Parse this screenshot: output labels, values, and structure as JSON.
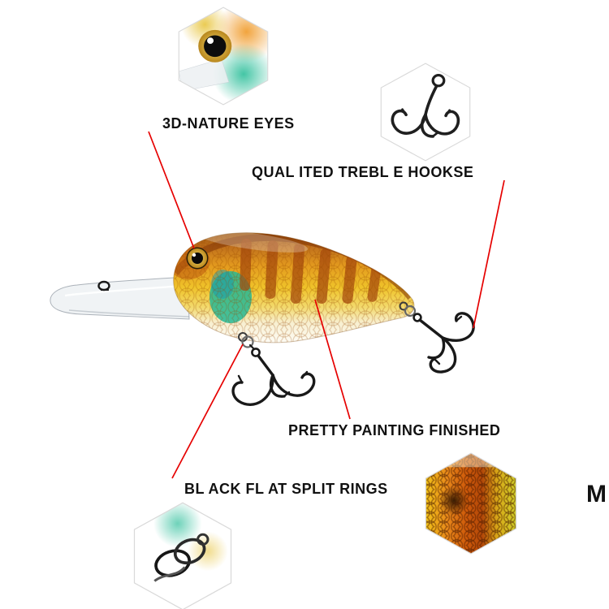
{
  "scene": {
    "background": "#ffffff"
  },
  "palette": {
    "callout_red": "#e60000",
    "text": "#111111",
    "lure_back": "#b05a14",
    "lure_flank": "#eec22a",
    "lure_belly": "#fbf8ee",
    "gill_patch": "#2ab493",
    "hook_metal": "#1b1b1b"
  },
  "callouts": {
    "eyes": {
      "label": "3D-NATURE EYES"
    },
    "hooks": {
      "label": "QUAL ITED TREBL E HOOKSE"
    },
    "painting": {
      "label": "PRETTY PAINTING FINISHED"
    },
    "split_rings": {
      "label": "BL ACK FL AT SPLIT RINGS"
    }
  },
  "edge_text": "M",
  "insets": {
    "eye": "eye-closeup-inset",
    "hook": "treble-hook-inset",
    "ring": "split-ring-inset",
    "scales": "paint-scales-inset"
  }
}
